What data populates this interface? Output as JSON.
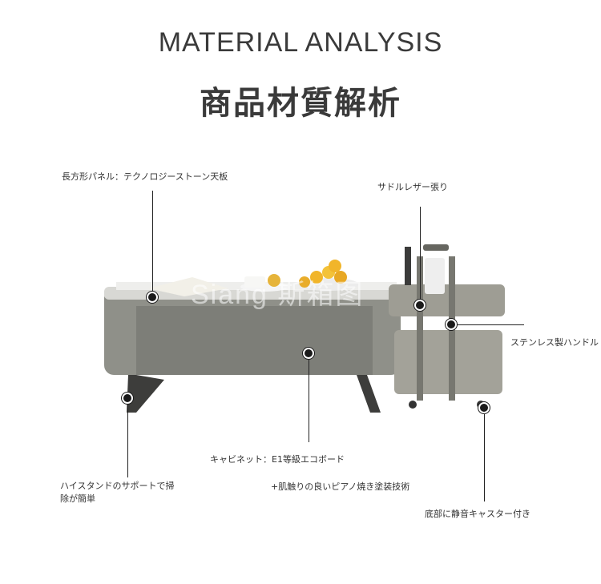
{
  "header": {
    "title_en": "MATERIAL ANALYSIS",
    "title_jp": "商品材質解析"
  },
  "watermark": "Siang 斯箱图",
  "callouts": {
    "top_panel": "長方形パネル：テクノロジーストーン天板",
    "saddle_leather": "サドルレザー張り",
    "stainless_handle": "ステンレス製ハンドル",
    "cabinet": "キャビネット：E1等級エコボード",
    "piano_finish": "+肌触りの良いピアノ焼き塗装技術",
    "high_stand_line1": "ハイスタンドのサポートで掃",
    "high_stand_line2": "除が簡単",
    "casters": "底部に静音キャスター付き"
  }
}
